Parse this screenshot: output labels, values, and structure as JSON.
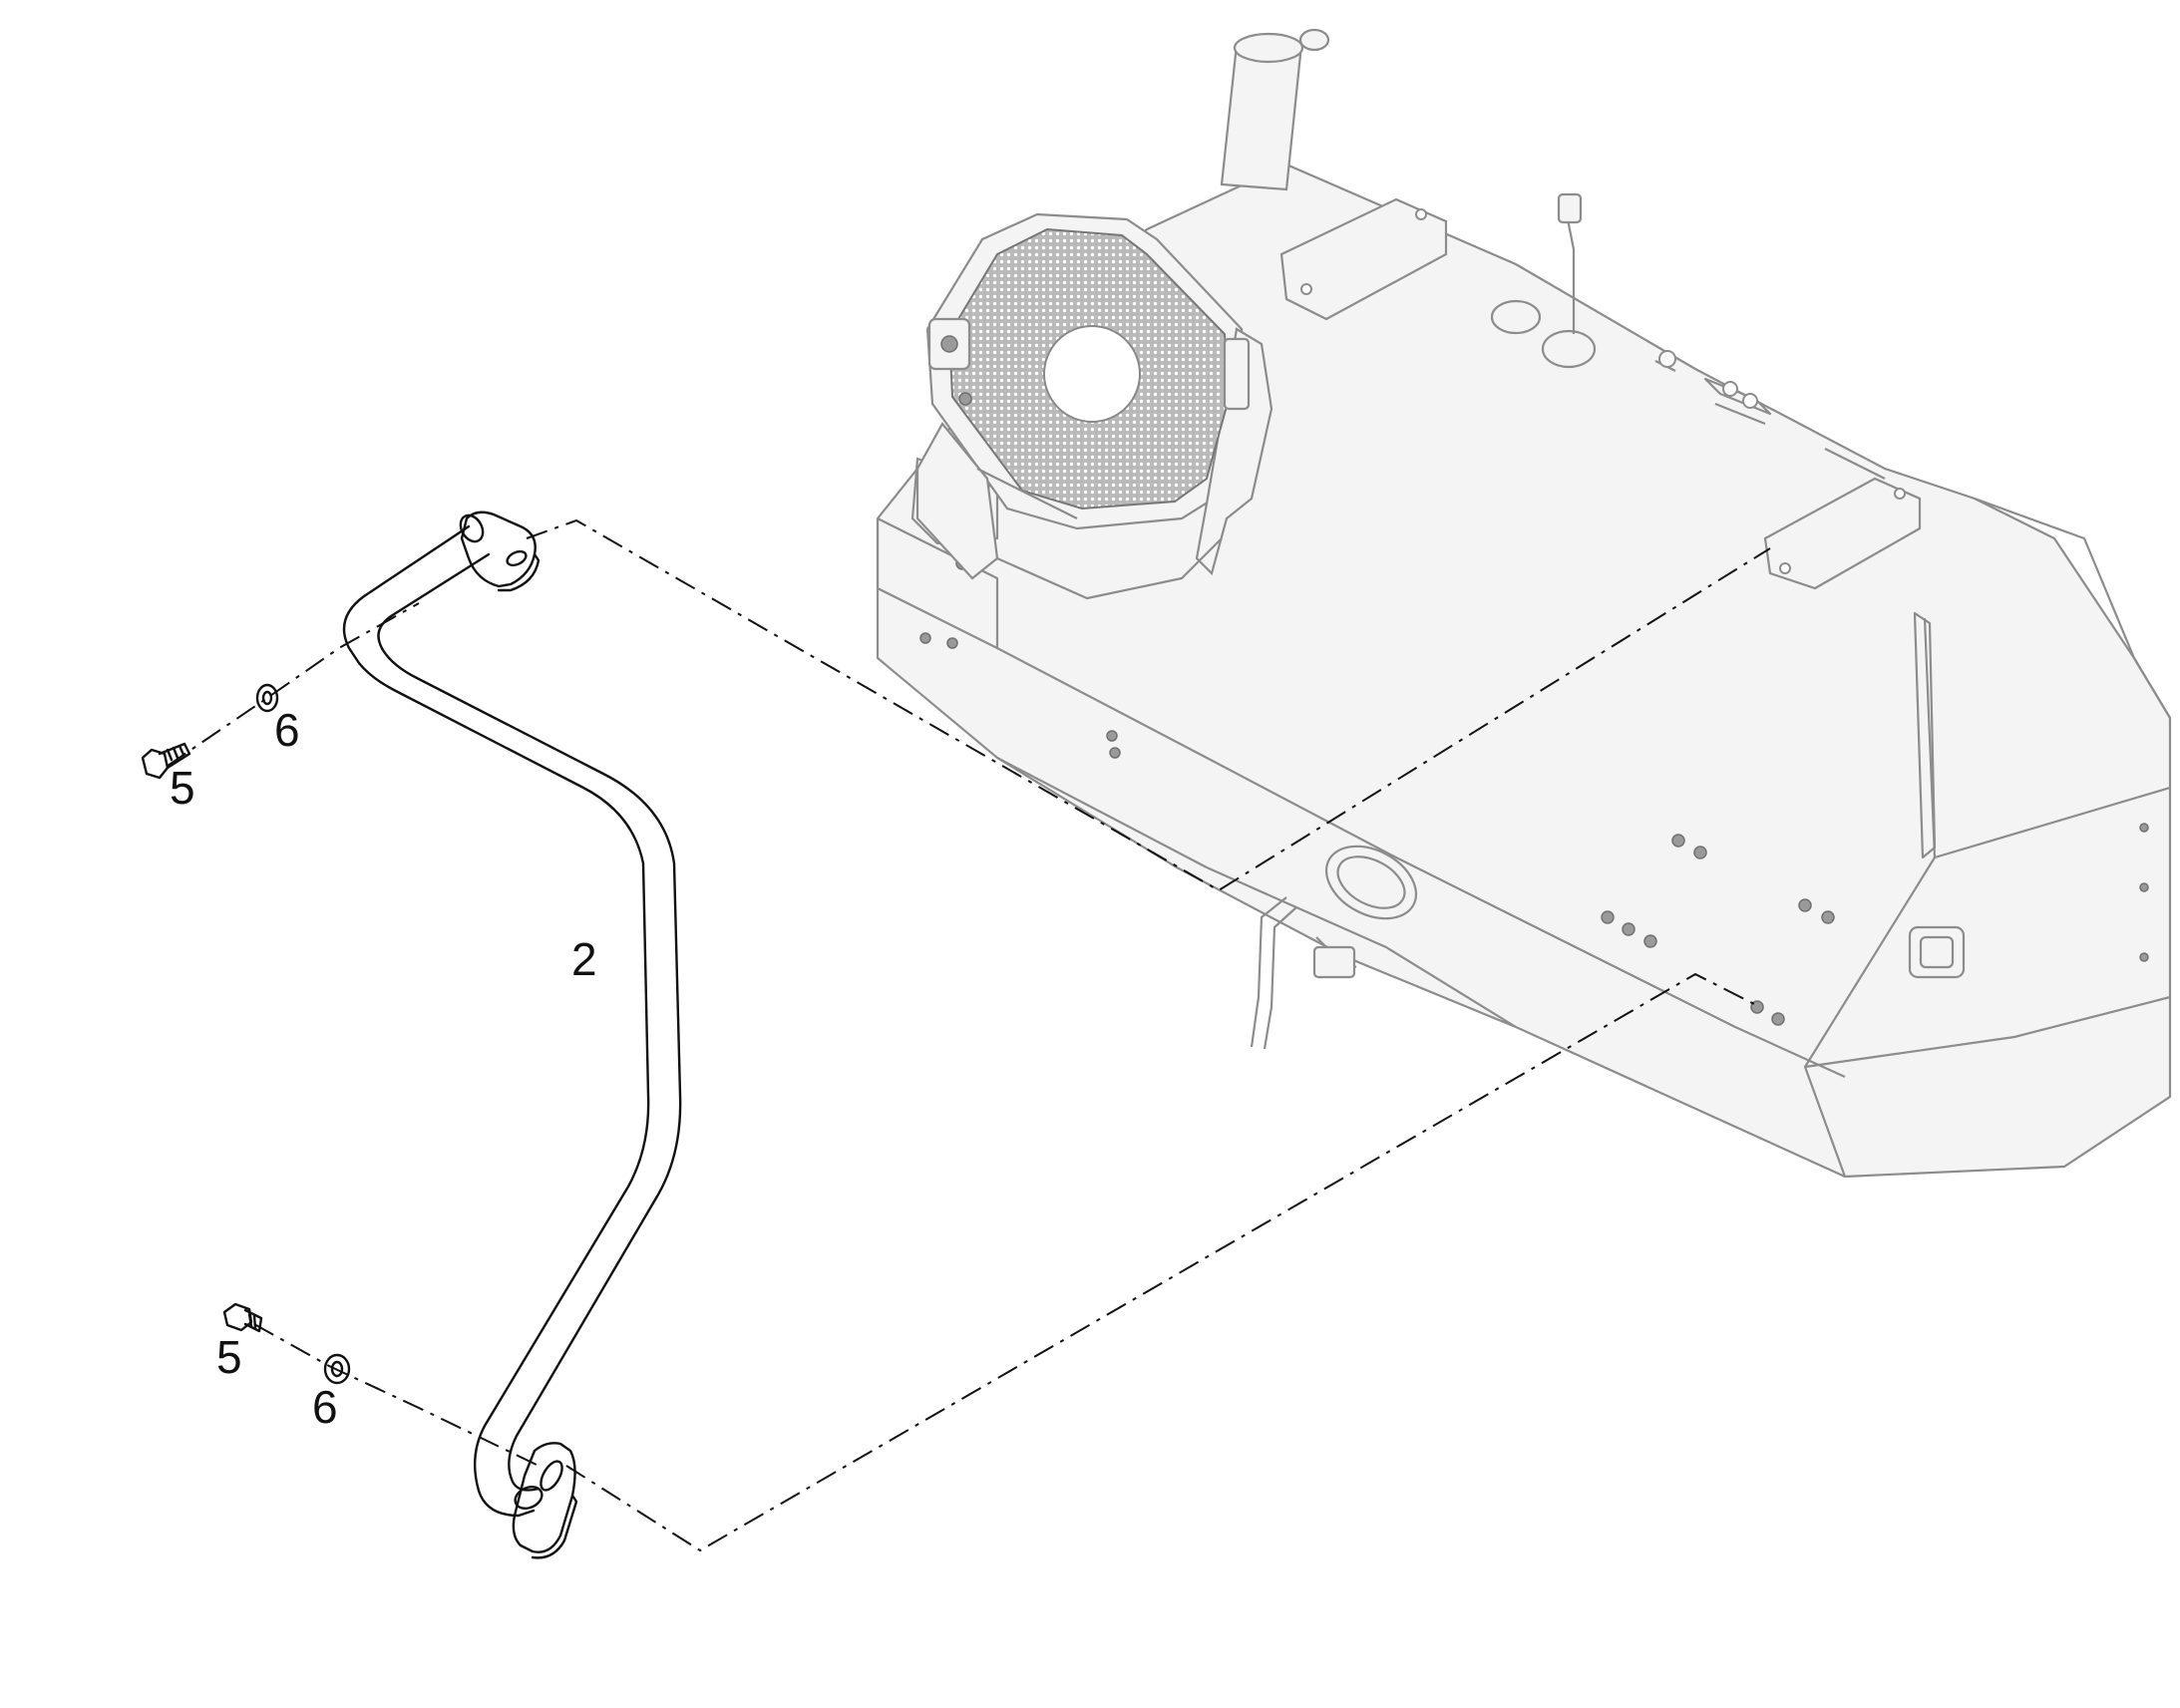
{
  "callouts": {
    "handrail": "2",
    "bolt_upper": "5",
    "washer_upper": "6",
    "bolt_lower": "5",
    "washer_lower": "6"
  },
  "colors": {
    "line_dark": "#111111",
    "line_gray": "#8c8c8c",
    "fan_mesh": "#9a9a9a"
  }
}
